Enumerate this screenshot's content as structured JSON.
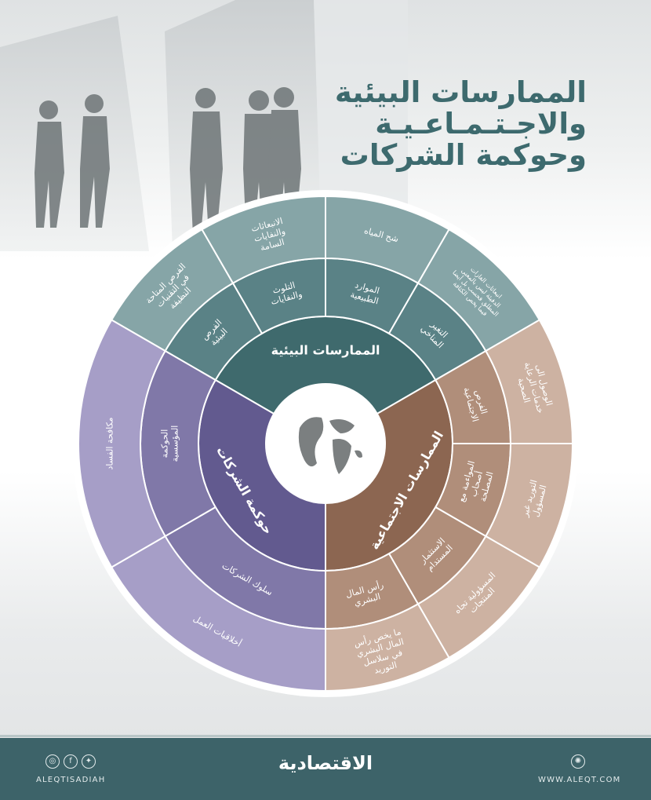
{
  "title": {
    "line1": "الممارسات البيئية",
    "line2": "والاجـتـمـاعـيـة",
    "line3": "وحوكمة الشركات"
  },
  "center_icon": "globe-icon",
  "sectors": [
    {
      "name": "الممارسات البيئية",
      "colors": {
        "inner": "#3f6a6d",
        "middle": "#5a8286",
        "outer": "#86a5a7"
      },
      "middle": [
        "الفرص البيئية",
        "التلوث والنفايات",
        "الموارد الطبيعية",
        "التغير المناخي"
      ],
      "outer": [
        "الفرص المتاحة في التقنيات النظيفة",
        "الانبعاثات والنفايات السامة",
        "شح المياه",
        "انبعاثات الغازات الدفيئة ليس بالمعنى المطلق فحسب بل أيضا فيما يخص الكثافة"
      ]
    },
    {
      "name": "حوكمة الشركات",
      "colors": {
        "inner": "#625a8f",
        "middle": "#8078a8",
        "outer": "#a69ec7"
      },
      "middle": [
        "سلوك الشركات",
        "الحوكمة المؤسسية"
      ],
      "outer": [
        "أخلاقيات العمل",
        "مكافحة الفساد"
      ]
    },
    {
      "name": "الممارسات الاجتماعية",
      "colors": {
        "inner": "#8c6651",
        "middle": "#b08e7a",
        "outer": "#cdb2a2"
      },
      "middle": [
        "الفرص الاجتماعية",
        "المواءمة مع أصحاب المصلحة",
        "الاستثمار المستدام",
        "رأس المال البشري"
      ],
      "outer": [
        "الوصول الى خدمات الرعاية الصحية",
        "التوريد غير المسؤول",
        "المسؤولية تجاه المنتجات",
        "ما يخص رأس المال البشري في سلاسل التوريد"
      ]
    }
  ],
  "footer": {
    "logo": "الاقتصادية",
    "handle": "ALEQTISADIAH",
    "website": "WWW.ALEQT.COM",
    "social_icons": [
      "instagram-icon",
      "facebook-icon",
      "twitter-icon"
    ],
    "web_icon": "globe-small-icon"
  }
}
